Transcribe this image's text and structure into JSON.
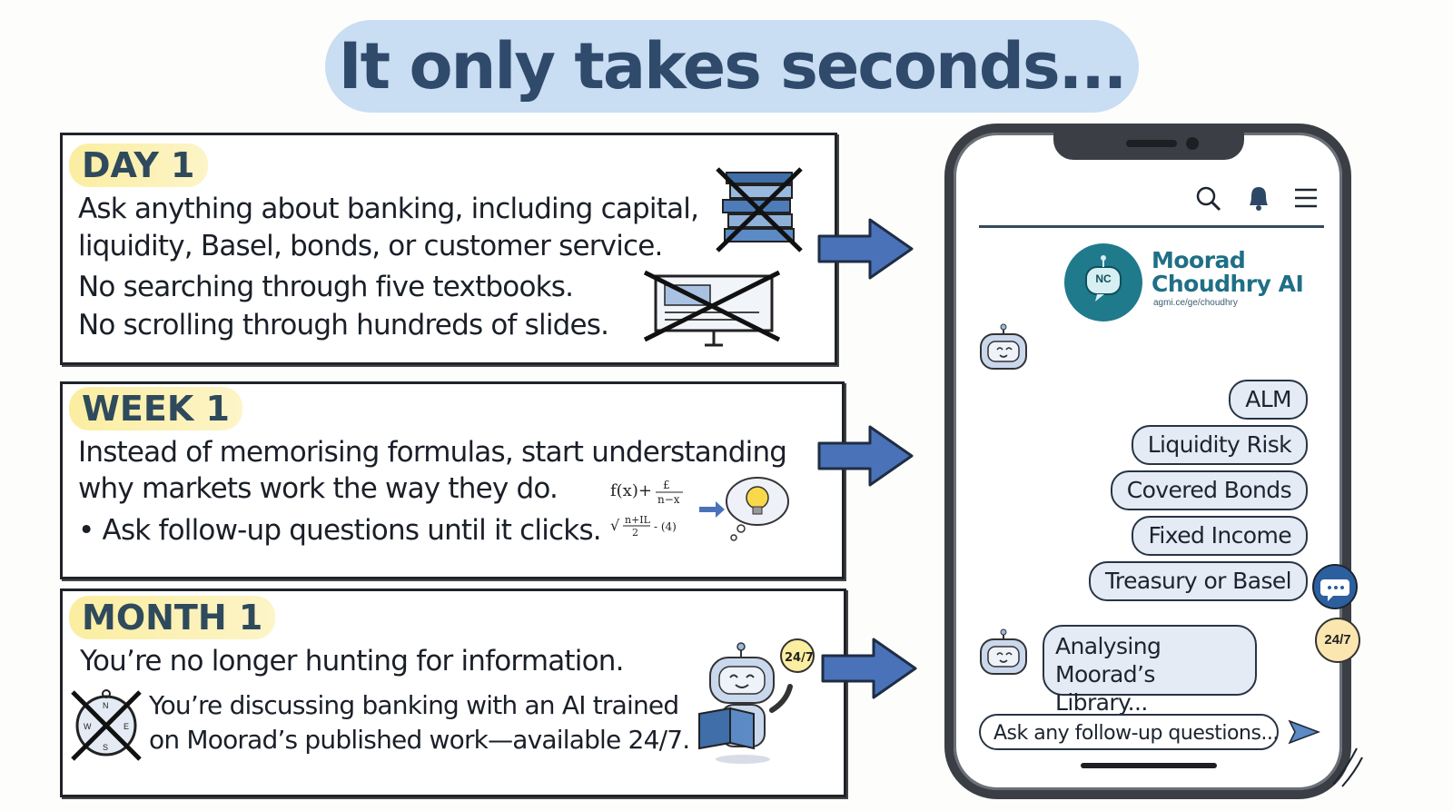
{
  "title": "It only takes seconds...",
  "sections": [
    {
      "tag": "DAY 1",
      "lines": [
        "Ask anything about banking, including capital,",
        "liquidity, Basel, bonds, or customer service.",
        "No searching through five textbooks.",
        "No scrolling through hundreds of slides."
      ]
    },
    {
      "tag": "WEEK 1",
      "lines": [
        "Instead of memorising formulas, start understanding",
        "why markets work the way they do.",
        "• Ask follow-up questions until it clicks."
      ]
    },
    {
      "tag": "MONTH 1",
      "lines": [
        "You’re no longer hunting for information.",
        "You’re discussing banking with an AI trained",
        "on Moorad’s published work—available 24/7."
      ]
    }
  ],
  "phone": {
    "brand_name_1": "Moorad",
    "brand_name_2": "Choudhry AI",
    "brand_url": "agmi.ce/ge/choudhry",
    "logo_initials": "NC",
    "topics": [
      "ALM",
      "Liquidity Risk",
      "Covered Bonds",
      "Fixed Income",
      "Treasury or Basel"
    ],
    "bot_message": "Analysing Moorad’s Library...",
    "input_placeholder": "Ask any follow-up questions...",
    "badge_247": "24/7"
  },
  "icons": {
    "search": "search-icon",
    "bell": "bell-icon",
    "menu": "menu-icon",
    "send": "send-icon",
    "chat": "chat-bubble-icon"
  },
  "colors": {
    "title_pill": "#c9ddf3",
    "title_text": "#2f4a6b",
    "tag_highlight": "#fbeea1",
    "brand": "#1f6f86",
    "arrow": "#4a72b8"
  }
}
